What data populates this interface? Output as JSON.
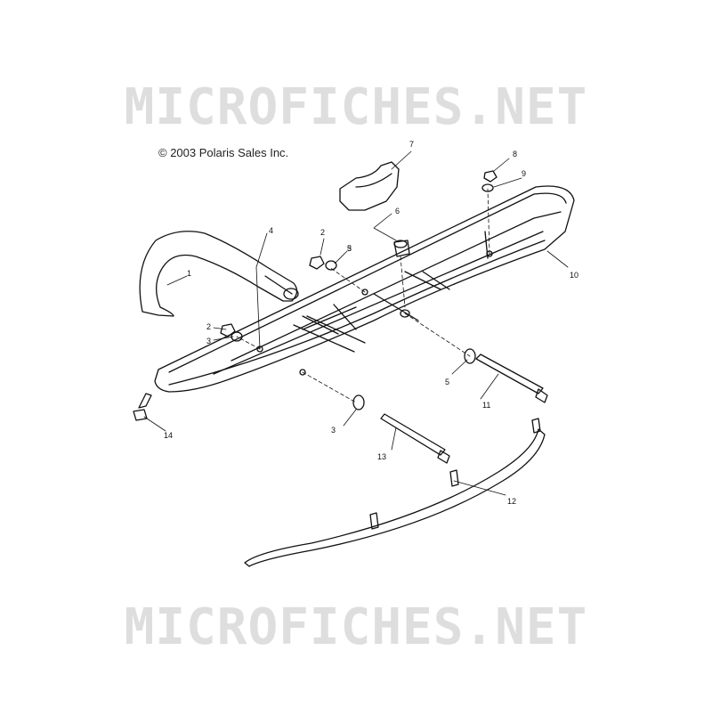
{
  "watermark": {
    "top": "MICROFICHES.NET",
    "bottom": "MICROFICHES.NET"
  },
  "copyright": "© 2003 Polaris Sales Inc.",
  "callouts": [
    "1",
    "2",
    "2",
    "3",
    "3",
    "3",
    "4",
    "5",
    "5",
    "6",
    "7",
    "8",
    "9",
    "10",
    "11",
    "12",
    "13",
    "14"
  ]
}
